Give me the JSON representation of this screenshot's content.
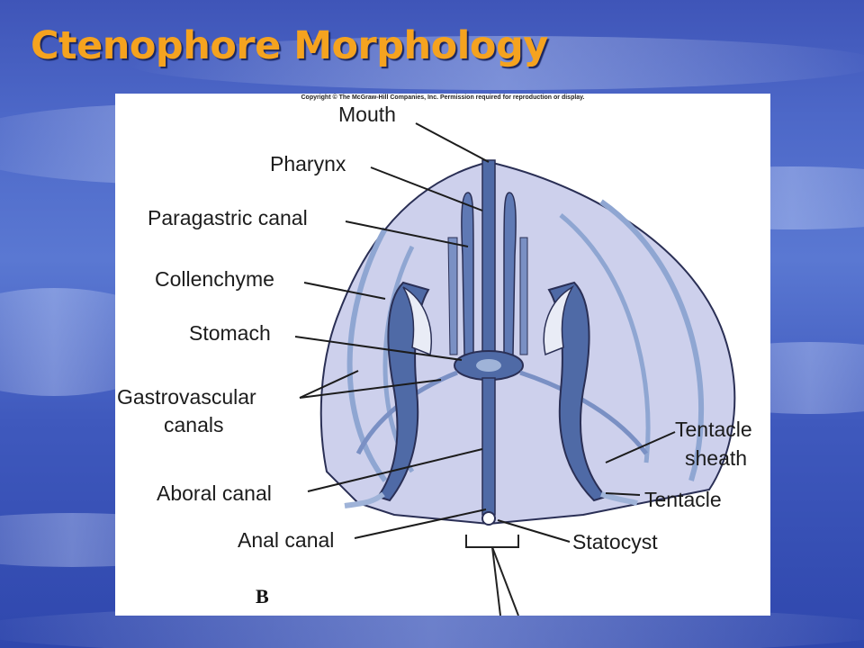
{
  "slide": {
    "title": "Ctenophore Morphology"
  },
  "figure": {
    "copyright": "Copyright © The McGraw-Hill Companies, Inc. Permission required for reproduction or display.",
    "panel_letter": "B",
    "labels": {
      "mouth": "Mouth",
      "pharynx": "Pharynx",
      "paragastric_canal": "Paragastric canal",
      "collenchyme": "Collenchyme",
      "stomach": "Stomach",
      "gastrovascular_1": "Gastrovascular",
      "gastrovascular_2": "canals",
      "tentacle_sheath_1": "Tentacle",
      "tentacle_sheath_2": "sheath",
      "tentacle": "Tentacle",
      "aboral_canal": "Aboral canal",
      "anal_canal": "Anal canal",
      "statocyst": "Statocyst"
    },
    "colors": {
      "body_fill": "#cdd0ec",
      "canal_fill": "#4f6aa6",
      "canal_light": "#9fb3d8",
      "outline": "#2a2f55"
    }
  }
}
